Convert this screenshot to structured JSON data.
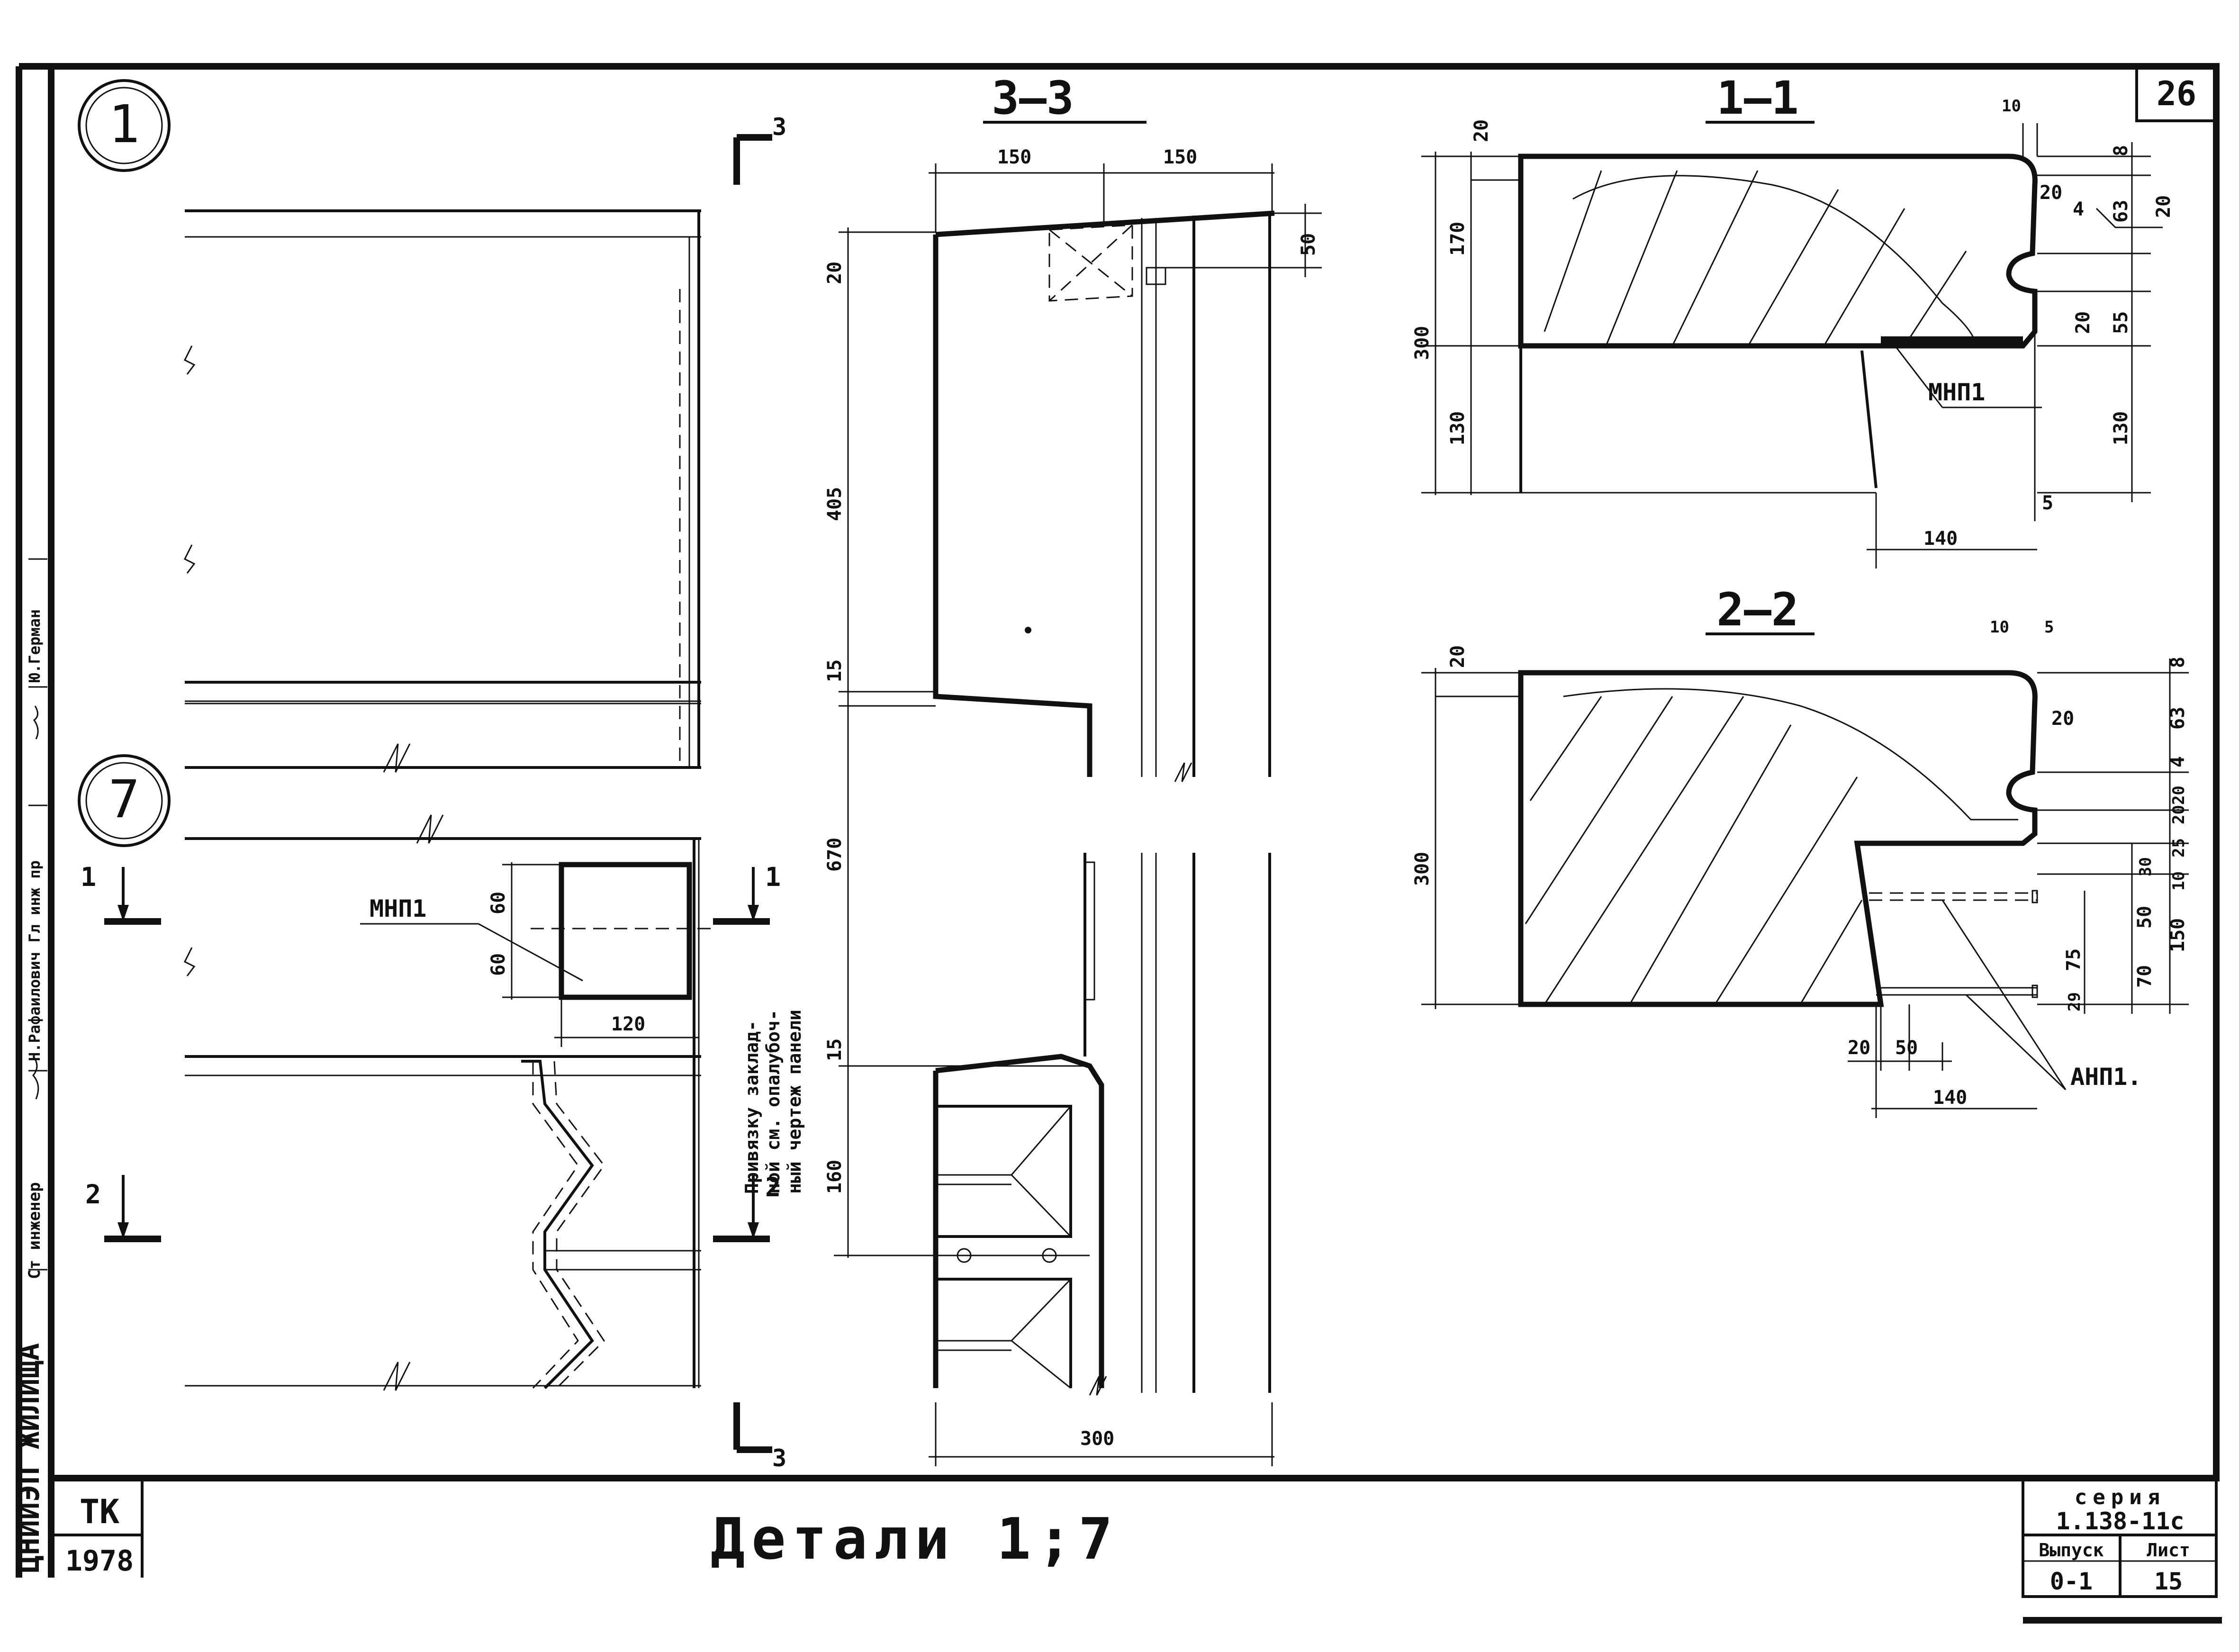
{
  "sheet_number": "26",
  "callouts": {
    "detail_1": "1",
    "detail_7": "7"
  },
  "sections": {
    "s33": "3—3",
    "s11": "1—1",
    "s22": "2—2"
  },
  "cut_marks": {
    "three": "3",
    "one": "1",
    "two": "2"
  },
  "labels": {
    "mnp1": "МНП1",
    "anp1": "АНП1.",
    "note_lines": [
      "Привязку заклад-",
      "ной см. опалубоч-",
      "ный чертеж панели"
    ]
  },
  "dims": {
    "d150a": "150",
    "d150b": "150",
    "d20": "20",
    "d50": "50",
    "d405": "405",
    "d15a": "15",
    "d670": "670",
    "d15b": "15",
    "d160": "160",
    "d300b": "300",
    "d60a": "60",
    "d60b": "60",
    "d120": "120",
    "s1_20": "20",
    "s1_170": "170",
    "s1_300": "300",
    "s1_130": "130",
    "s1_10": "10",
    "s1_8": "8",
    "s1_20b": "20",
    "s1_4": "4",
    "s1_63": "63",
    "s1_20c": "20",
    "s1_20d": "20",
    "s1_55": "55",
    "s1_130b": "130",
    "s1_5": "5",
    "s1_140": "140",
    "s2_20": "20",
    "s2_300": "300",
    "s2_10": "10",
    "s2_5": "5",
    "s2_8": "8",
    "s2_63": "63",
    "s2_4": "4",
    "s2_2020": "2020",
    "s2_25": "25",
    "s2_30": "30",
    "s2_10b": "10",
    "s2_50": "50",
    "s2_150": "150",
    "s2_75": "75",
    "s2_70": "70",
    "s2_29": "29",
    "s2_20b": "20",
    "s2_50b": "50",
    "s2_140": "140"
  },
  "title_block": {
    "org": "ЦНИИЭП ЖИЛИЩА",
    "role1": "Ст инженер",
    "role2": "Н.Рафаилович Гл инж пр",
    "role3": "Ю.Герман",
    "tk": "ТК",
    "year": "1978",
    "title": "Детали 1;7",
    "series_label": "серия",
    "series": "1.138-11с",
    "issue_label": "Выпуск",
    "issue": "0-1",
    "sheet_label": "Лист",
    "sheet": "15"
  }
}
